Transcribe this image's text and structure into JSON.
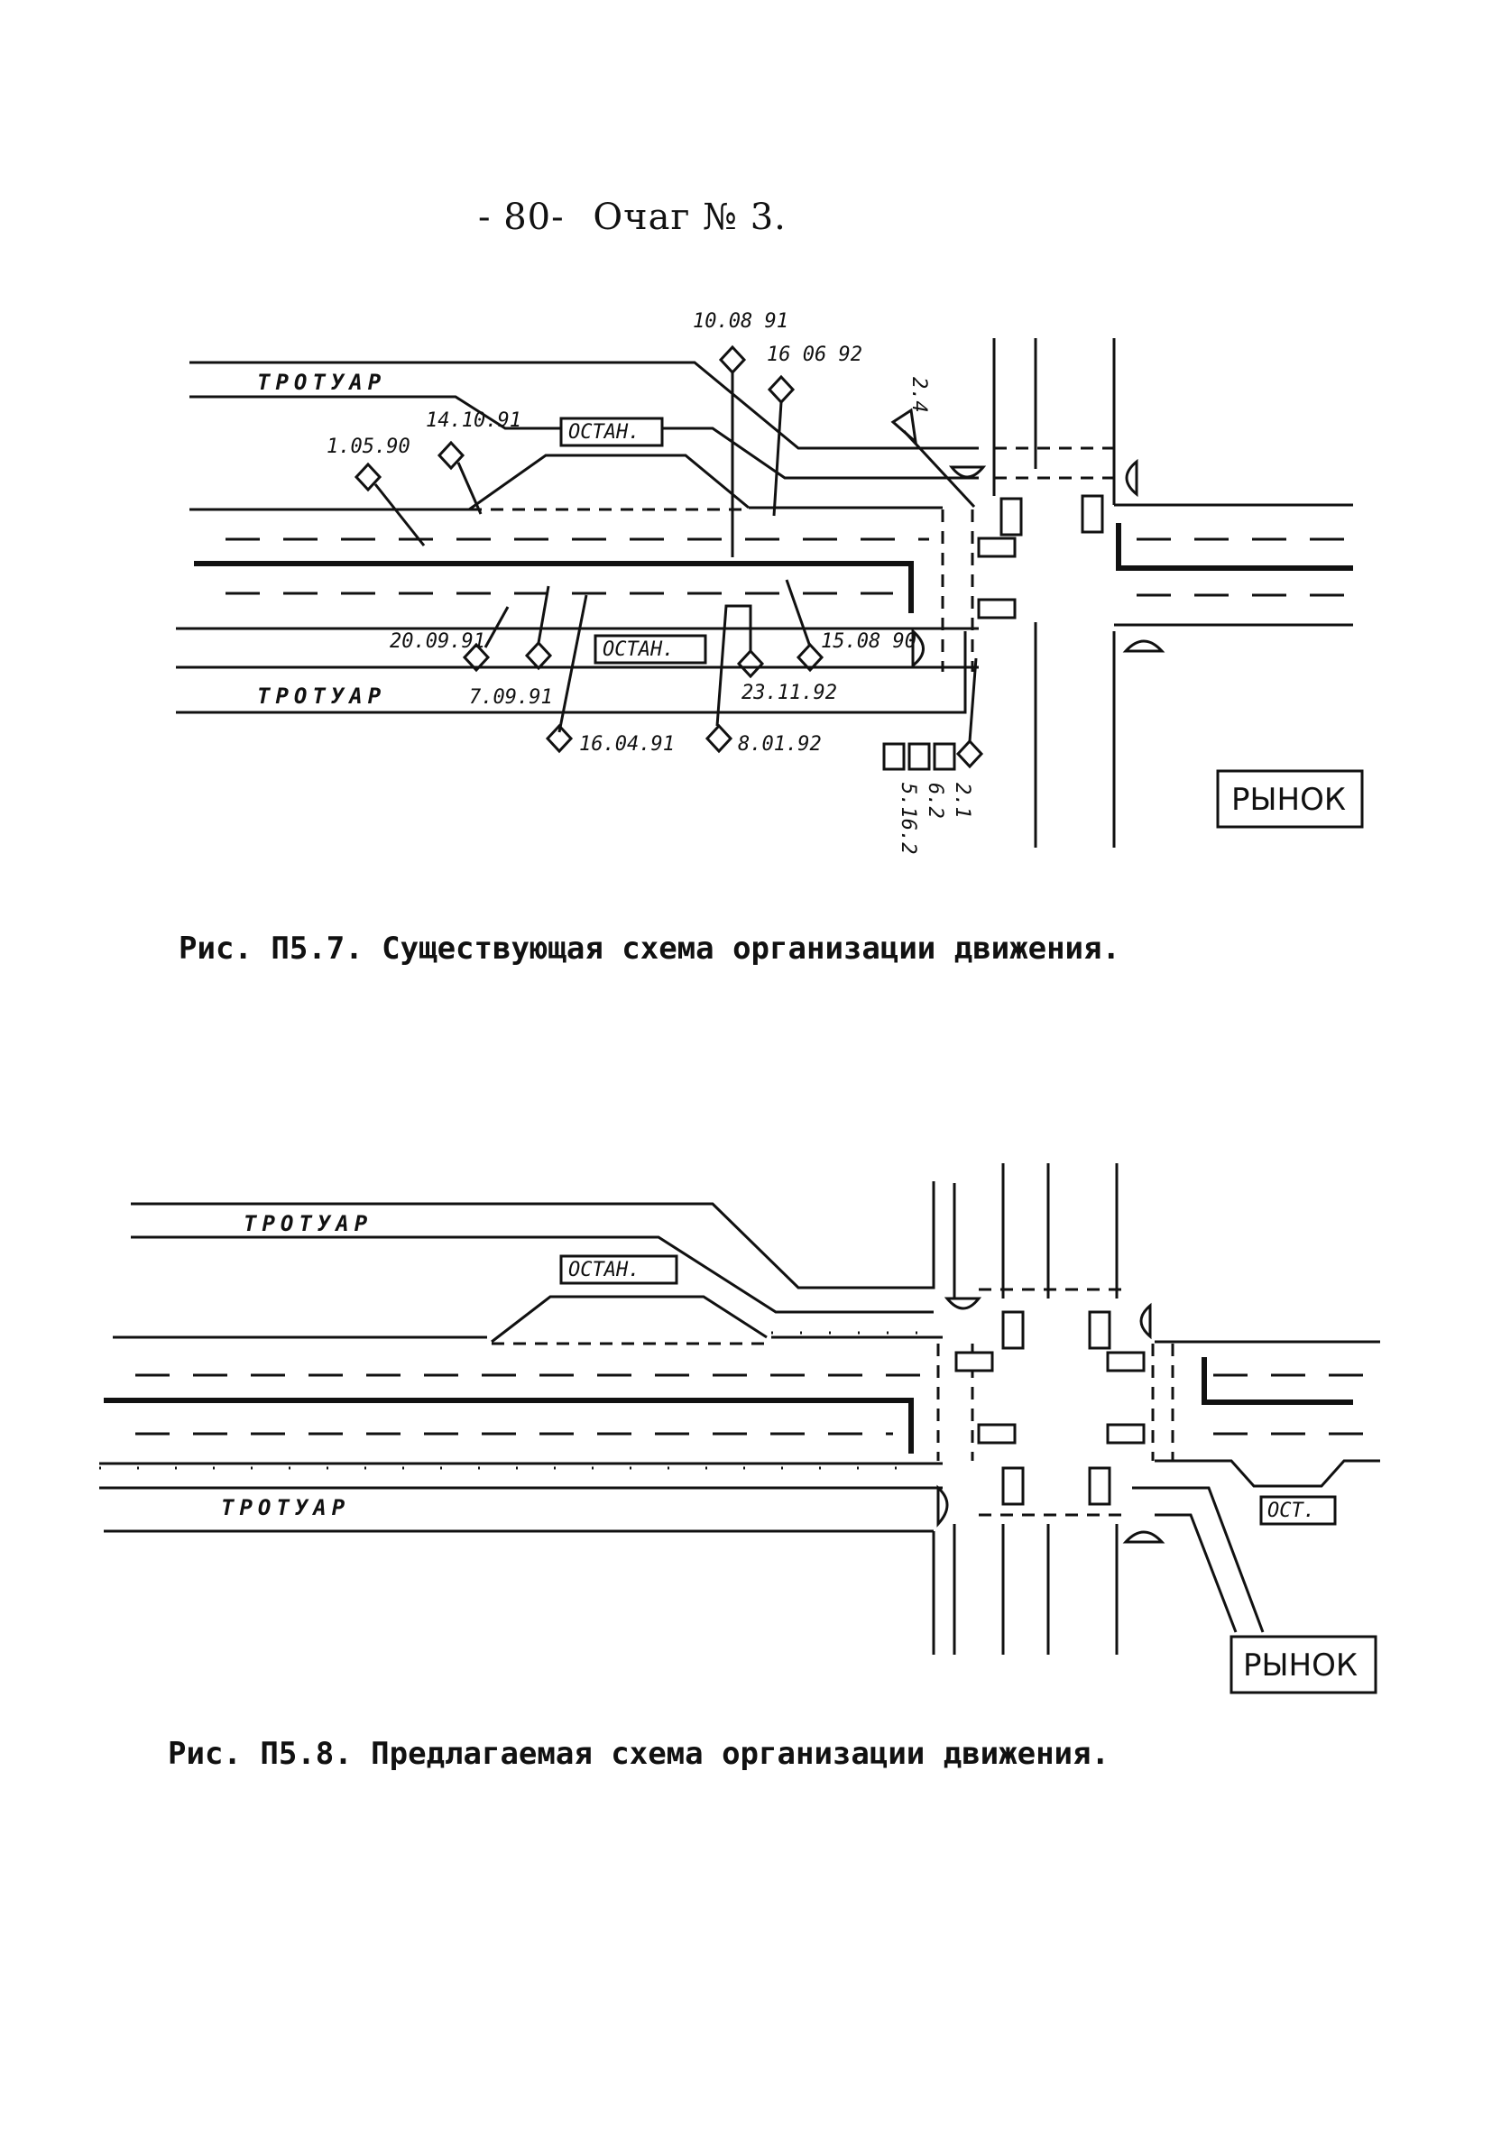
{
  "header": {
    "page_number": "- 80-",
    "title": "Очаг № 3."
  },
  "figure1": {
    "caption": "Рис. П5.7. Существующая схема организации движения.",
    "sidewalk_top": "ТРОТУАР",
    "sidewalk_bottom": "ТРОТУАР",
    "stop_top": "ОСТАН.",
    "stop_bottom": "ОСТАН.",
    "market": "РЫНОК",
    "dates": [
      "10.08 91",
      "16 06 92",
      "14.10.91",
      "1.05.90",
      "20.09.91",
      "7.09.91",
      "23.11.92",
      "15.08 90",
      "16.04.91",
      "8.01.92"
    ],
    "sign_labels": [
      "2.4",
      "5.16.2",
      "6.2",
      "2.1"
    ]
  },
  "figure2": {
    "caption": "Рис. П5.8. Предлагаемая схема организации движения.",
    "sidewalk_top": "ТРОТУАР",
    "sidewalk_bottom": "ТРОТУАР",
    "stop_top": "ОСТАН.",
    "stop_right": "ОСТ.",
    "market": "РЫНОК"
  }
}
